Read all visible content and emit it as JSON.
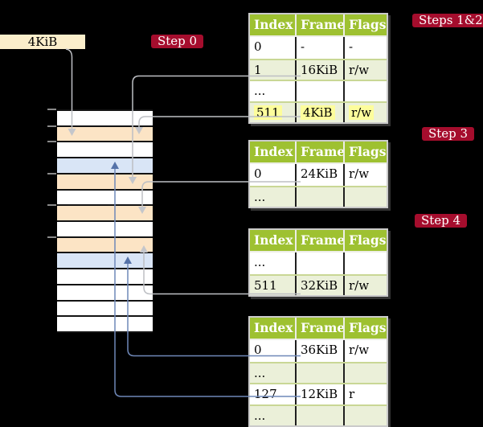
{
  "diagram": {
    "root_frame_box": {
      "label": "4KiB"
    },
    "badges": [
      {
        "id": "step-0",
        "label": "Step 0"
      },
      {
        "id": "steps-1-2",
        "label": "Steps 1&2"
      },
      {
        "id": "step-3",
        "label": "Step 3"
      },
      {
        "id": "step-4",
        "label": "Step 4"
      }
    ],
    "tables": [
      {
        "id": "page-table-level-4",
        "columns": [
          "Index",
          "Frame",
          "Flags"
        ],
        "rows": [
          {
            "index": "0",
            "frame": "-",
            "flags": "-",
            "shade": "white",
            "highlight": false
          },
          {
            "index": "1",
            "frame": "16KiB",
            "flags": "r/w",
            "shade": "green",
            "highlight": false
          },
          {
            "index": "...",
            "frame": "",
            "flags": "",
            "shade": "white",
            "highlight": false
          },
          {
            "index": "511",
            "frame": "4KiB",
            "flags": "r/w",
            "shade": "green",
            "highlight": true
          }
        ]
      },
      {
        "id": "page-table-level-3",
        "columns": [
          "Index",
          "Frame",
          "Flags"
        ],
        "rows": [
          {
            "index": "0",
            "frame": "24KiB",
            "flags": "r/w",
            "shade": "white",
            "highlight": false
          },
          {
            "index": "...",
            "frame": "",
            "flags": "",
            "shade": "green",
            "highlight": false
          }
        ]
      },
      {
        "id": "page-table-level-2",
        "columns": [
          "Index",
          "Frame",
          "Flags"
        ],
        "rows": [
          {
            "index": "...",
            "frame": "",
            "flags": "",
            "shade": "white",
            "highlight": false
          },
          {
            "index": "511",
            "frame": "32KiB",
            "flags": "r/w",
            "shade": "green",
            "highlight": false
          }
        ]
      },
      {
        "id": "page-table-level-1",
        "columns": [
          "Index",
          "Frame",
          "Flags"
        ],
        "rows": [
          {
            "index": "0",
            "frame": "36KiB",
            "flags": "r/w",
            "shade": "white",
            "highlight": false
          },
          {
            "index": "...",
            "frame": "",
            "flags": "",
            "shade": "green",
            "highlight": false
          },
          {
            "index": "127",
            "frame": "12KiB",
            "flags": "r",
            "shade": "white",
            "highlight": false
          },
          {
            "index": "...",
            "frame": "",
            "flags": "",
            "shade": "green",
            "highlight": false
          }
        ]
      }
    ],
    "memory": {
      "rows": [
        "white",
        "peach",
        "white",
        "blue",
        "peach",
        "white",
        "peach",
        "white",
        "peach",
        "blue",
        "white",
        "white",
        "white",
        "white"
      ]
    },
    "connectors": [
      {
        "id": "root-box-to-frame-4kib",
        "color": "gray"
      },
      {
        "id": "l4-entry-1-to-frame-16kib",
        "color": "gray"
      },
      {
        "id": "l4-entry-511-to-frame-4kib",
        "color": "gray"
      },
      {
        "id": "l3-entry-0-to-frame-24kib",
        "color": "gray"
      },
      {
        "id": "l2-entry-511-to-frame-32kib",
        "color": "gray"
      },
      {
        "id": "l1-entry-0-to-frame-36kib",
        "color": "blue"
      },
      {
        "id": "l1-entry-127-to-frame-12kib",
        "color": "blue"
      }
    ]
  },
  "colors": {
    "bg": "#000000",
    "root_box_bg": "#fbeecb",
    "badge_bg": "#a50d2d",
    "header_green": "#9ec131",
    "row_green": "#ebf0d9",
    "mem_peach": "#fce4c5",
    "mem_blue": "#d9e5f6",
    "mem_white": "#ffffff",
    "highlight": "#fdfd9c",
    "arrow_gray": "#bdbfc4",
    "arrow_gray_head": "#c4c6cb",
    "arrow_blue": "#6f88b8",
    "arrow_blue_head": "#5572a8",
    "table_border": "#cbcbcb",
    "row_divider": "#c9d795",
    "col_divider": "#1f1f1f",
    "head_divider": "#edeee6",
    "tick": "#8a8a8a"
  }
}
